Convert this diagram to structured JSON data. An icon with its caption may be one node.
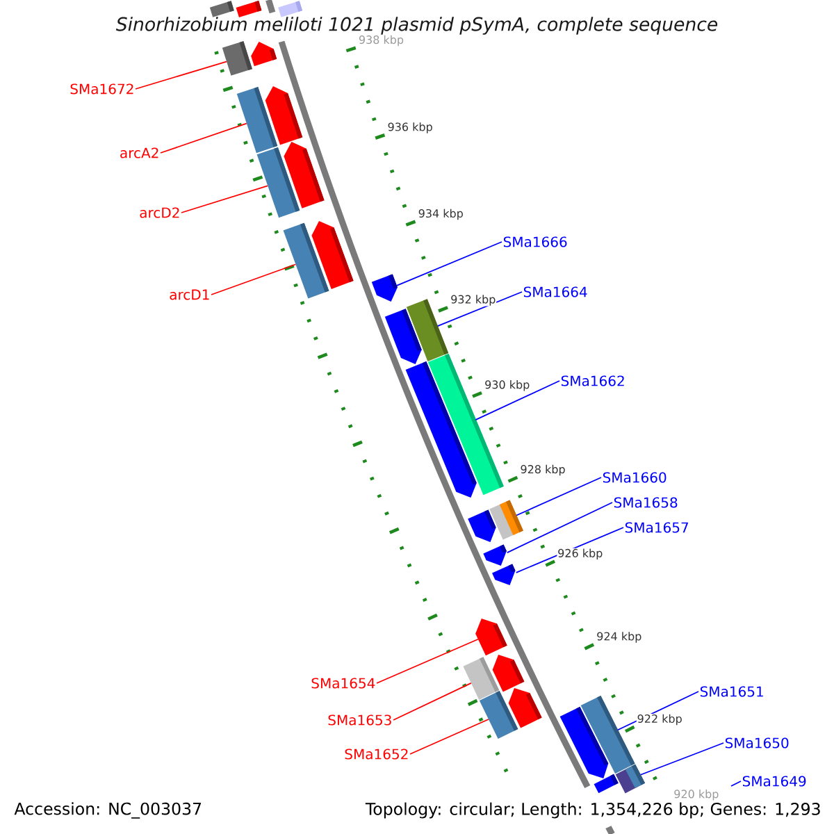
{
  "diagram": {
    "title": "Sinorhizobium meliloti 1021 plasmid pSymA, complete sequence",
    "nodes": [
      {
        "text": [
          "SMa1672"
        ]
      },
      {
        "text": [
          "arcA2"
        ]
      },
      {
        "text": [
          "arcD2"
        ]
      },
      {
        "text": [
          "SMa1666"
        ]
      },
      {
        "text": [
          "SMa1664"
        ]
      },
      {
        "text": [
          "arcD1"
        ]
      },
      {
        "text": [
          "SMa1662"
        ]
      },
      {
        "text": [
          "SMa1660"
        ]
      },
      {
        "text": [
          "SMa1658"
        ]
      },
      {
        "text": [
          "SMa1657"
        ]
      },
      {
        "text": [
          "SMa1654"
        ]
      },
      {
        "text": [
          "SMa1651"
        ]
      },
      {
        "text": [
          "SMa1653"
        ]
      },
      {
        "text": [
          "SMa1650"
        ]
      },
      {
        "text": [
          "SMa1652"
        ]
      },
      {
        "text": [
          "SMa1649"
        ]
      },
      {
        "text": [],
        "shape": "box"
      },
      {
        "text": [],
        "shape": "box"
      },
      {
        "text": [],
        "shape": "box"
      },
      {
        "text": [],
        "shape": "pentagon"
      },
      {
        "text": [],
        "shape": "box"
      },
      {
        "text": [],
        "shape": "pentagon"
      },
      {
        "text": [],
        "shape": "box"
      },
      {
        "text": [],
        "shape": "pentagon"
      },
      {
        "text": [],
        "shape": "box"
      },
      {
        "text": [],
        "shape": "pentagon"
      },
      {
        "text": [],
        "shape": "box"
      },
      {
        "text": [],
        "shape": "pentagon"
      },
      {
        "text": [],
        "shape": "box"
      },
      {
        "text": [],
        "shape": "pentagon"
      },
      {
        "text": [],
        "shape": "box"
      },
      {
        "text": [],
        "shape": "pentagon"
      },
      {
        "text": [],
        "shape": "box"
      },
      {
        "text": [],
        "shape": "pentagon"
      },
      {
        "text": [],
        "shape": "pentagon"
      },
      {
        "text": [],
        "shape": "pentagon"
      },
      {
        "text": [],
        "shape": "pentagon"
      },
      {
        "text": [],
        "shape": "pentagon"
      },
      {
        "text": [],
        "shape": "box"
      },
      {
        "text": [],
        "shape": "pentagon"
      },
      {
        "text": [],
        "shape": "box"
      },
      {
        "text": [],
        "shape": "box"
      },
      {
        "text": [],
        "shape": "pentagon"
      },
      {
        "text": [],
        "shape": "box"
      },
      {
        "text": [],
        "shape": "box"
      }
    ],
    "edges": [
      {
        "from": 0,
        "to": 20,
        "arrow": "none",
        "color": "#ff0000"
      },
      {
        "from": 1,
        "to": 22,
        "arrow": "none",
        "color": "#ff0000"
      },
      {
        "from": 2,
        "to": 24,
        "arrow": "none",
        "color": "#ff0000"
      },
      {
        "from": 3,
        "to": 27,
        "arrow": "none"
      },
      {
        "from": 4,
        "to": 28,
        "arrow": "none"
      },
      {
        "from": 5,
        "to": 26,
        "arrow": "none",
        "color": "#ff0000"
      },
      {
        "from": 6,
        "to": 30,
        "arrow": "none"
      },
      {
        "from": 7,
        "to": 32,
        "arrow": "none"
      },
      {
        "from": 8,
        "to": 34,
        "arrow": "none"
      },
      {
        "from": 9,
        "to": 35,
        "arrow": "none"
      },
      {
        "from": 10,
        "to": 36,
        "arrow": "none",
        "color": "#ff0000"
      },
      {
        "from": 11,
        "to": 41,
        "arrow": "none"
      },
      {
        "from": 12,
        "to": 38,
        "arrow": "none",
        "color": "#ff0000"
      },
      {
        "from": 13,
        "to": 43,
        "arrow": "none"
      },
      {
        "from": 14,
        "to": 40,
        "arrow": "none",
        "color": "#ff0000"
      },
      {
        "from": 15,
        "to": null,
        "arrow": "none"
      }
    ],
    "labels": [
      "938 kbp",
      "936 kbp",
      "934 kbp",
      "932 kbp",
      "930 kbp",
      "928 kbp",
      "926 kbp",
      "924 kbp",
      "922 kbp",
      "920 kbp",
      "Accession: NC_003037",
      "Topology: circular; Length: 1,354,226 bp; Genes: 1,293"
    ]
  }
}
